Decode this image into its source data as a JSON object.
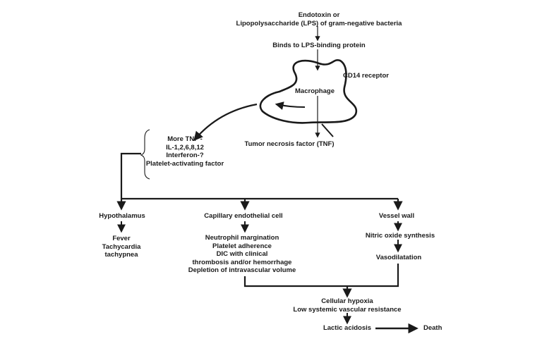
{
  "nodes": {
    "endotoxin": {
      "line1": "Endotoxin or",
      "line2": "Lipopolysaccharide (LPS) of gram-negative bacteria"
    },
    "lbp": "Binds to LPS-binding protein",
    "cd14": "CD14 receptor",
    "macrophage": "Macrophage",
    "tnf": "Tumor necrosis factor (TNF)",
    "cytokines": [
      "More TNF -",
      "IL-1,2,6,8,12",
      "Interferon-?",
      "Platelet-activating factor"
    ],
    "hypothalamus": "Hypothalamus",
    "hypothalamus_effects": [
      "Fever",
      "Tachycardia",
      "tachypnea"
    ],
    "endothelial": "Capillary endothelial cell",
    "endothelial_effects": [
      "Neutrophil margination",
      "Platelet adherence",
      "DIC with clinical",
      "thrombosis and/or hemorrhage",
      "Depletion of intravascular volume"
    ],
    "vessel_wall": "Vessel wall",
    "nitric_oxide": "Nitric oxide synthesis",
    "vasodilatation": "Vasodilatation",
    "hypoxia": [
      "Cellular hypoxia",
      "Low systemic vascular resistance"
    ],
    "lactic": "Lactic acidosis",
    "death": "Death"
  }
}
